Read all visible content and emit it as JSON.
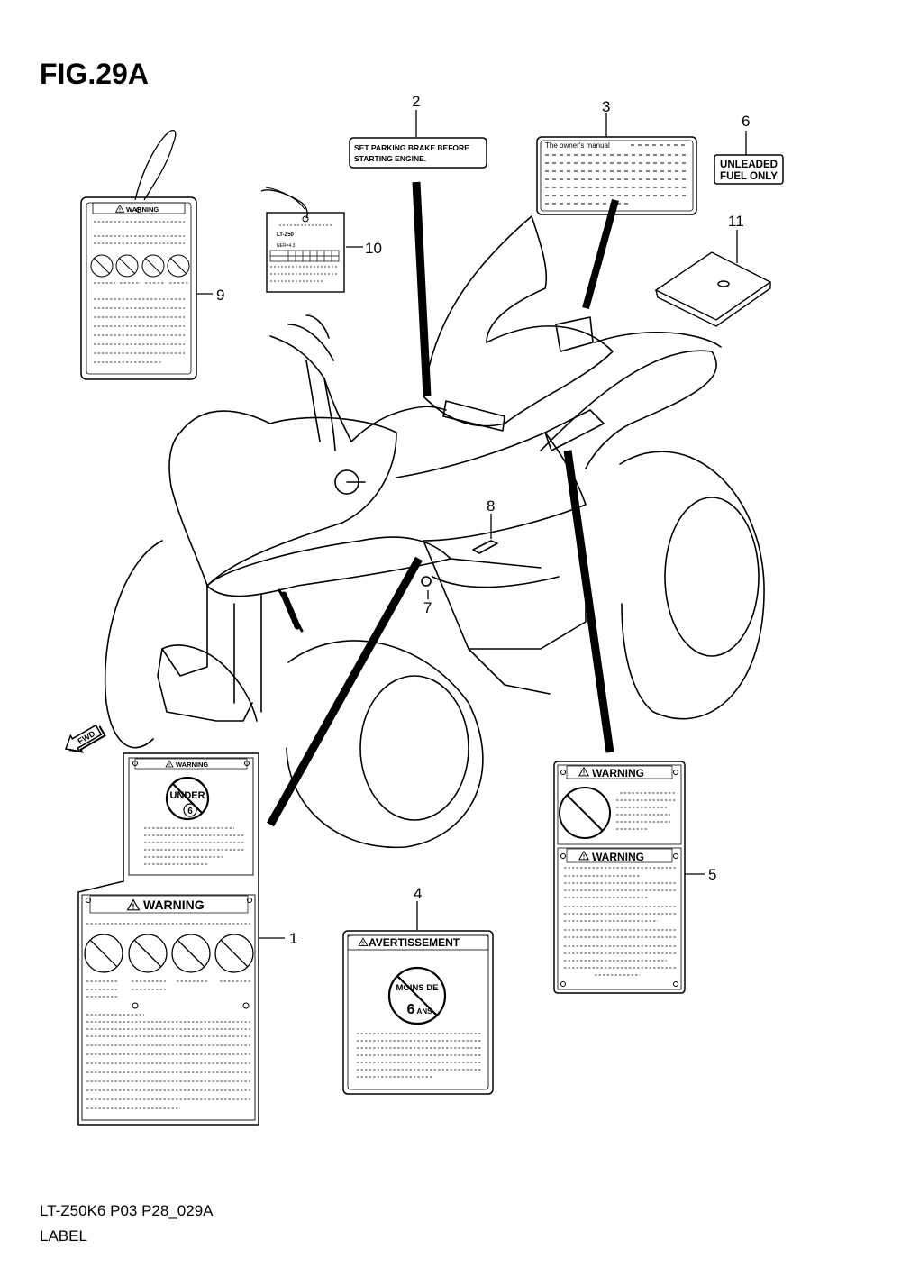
{
  "figure": {
    "title": "FIG.29A",
    "model_code": "LT-Z50K6 P03 P28_029A",
    "caption": "LABEL"
  },
  "callouts": [
    "1",
    "2",
    "3",
    "4",
    "5",
    "6",
    "7",
    "8",
    "9",
    "10",
    "11"
  ],
  "labels": {
    "parking_brake": [
      "SET PARKING BRAKE BEFORE",
      "STARTING ENGINE."
    ],
    "owners_manual": "The owner's manual",
    "fuel": [
      "UNLEADED",
      "FUEL ONLY"
    ],
    "hangtag_model": "LT-Z50",
    "hangtag_line": "NER=4.3",
    "warning": "WARNING",
    "under": "UNDER",
    "under_age": "6",
    "avertissement": "AVERTISSEMENT",
    "moins_de": "MOINS DE",
    "ans_num": "6",
    "ans": "ANS",
    "fwd": "FWD"
  }
}
